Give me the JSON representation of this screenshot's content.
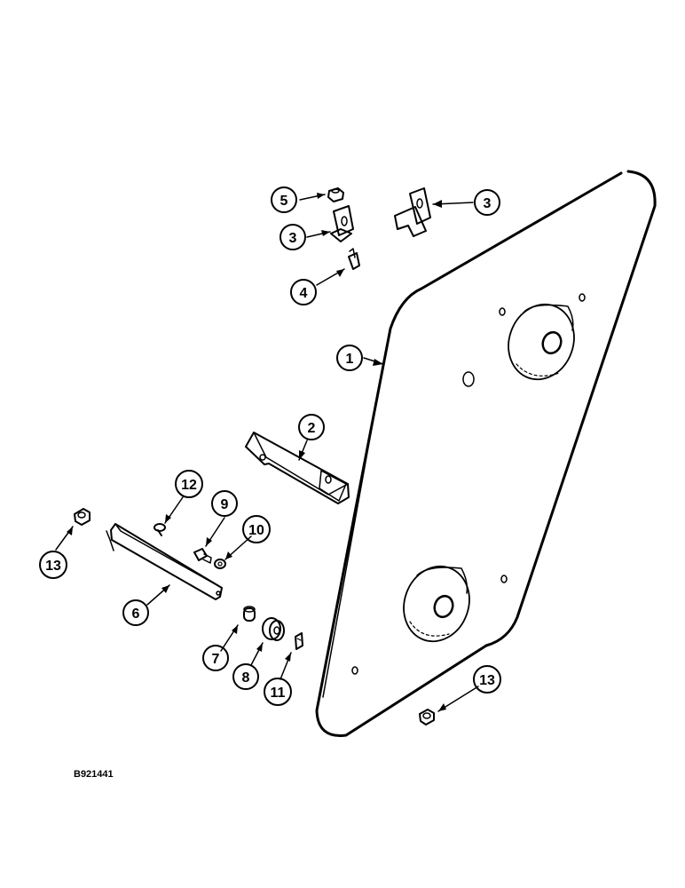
{
  "figure_code": "B921441",
  "callouts": {
    "c1": "1",
    "c2": "2",
    "c3a": "3",
    "c3b": "3",
    "c4": "4",
    "c5": "5",
    "c6": "6",
    "c7": "7",
    "c8": "8",
    "c9": "9",
    "c10": "10",
    "c11": "11",
    "c12": "12",
    "c13a": "13",
    "c13b": "13"
  },
  "colors": {
    "ink": "#000000",
    "paper": "#ffffff"
  }
}
